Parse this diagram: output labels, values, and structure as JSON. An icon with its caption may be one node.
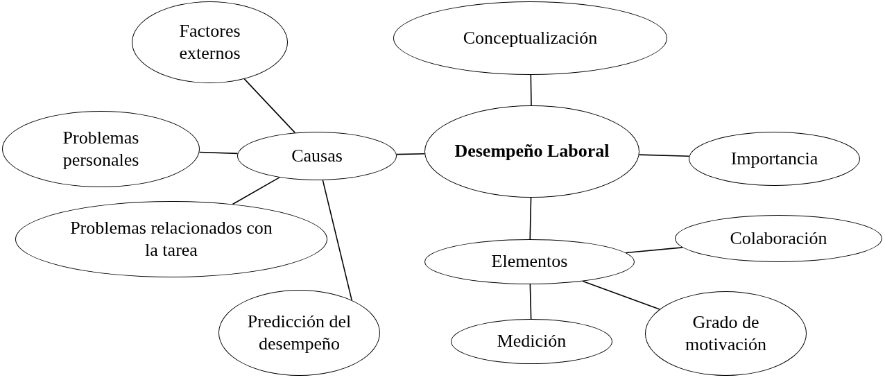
{
  "diagram": {
    "nodes": [
      {
        "text": [
          "Desempeño Laboral"
        ]
      },
      {
        "text": [
          "Conceptualización"
        ]
      },
      {
        "text": [
          "Importancia"
        ]
      },
      {
        "text": [
          "Causas"
        ]
      },
      {
        "text": [
          "Factores externos"
        ]
      },
      {
        "text": [
          "Problemas personales"
        ]
      },
      {
        "text": [
          "Problemas relacionados con la tarea"
        ]
      },
      {
        "text": [
          "Predicción del desempeño"
        ]
      },
      {
        "text": [
          "Elementos"
        ]
      },
      {
        "text": [
          "Colaboración"
        ]
      },
      {
        "text": [
          "Medición"
        ]
      },
      {
        "text": [
          "Grado de motivación"
        ]
      }
    ],
    "edges": [
      {
        "from": 0,
        "to": 1,
        "arrow": "none"
      },
      {
        "from": 0,
        "to": 2,
        "arrow": "none"
      },
      {
        "from": 3,
        "to": 0,
        "arrow": "none"
      },
      {
        "from": 3,
        "to": 4,
        "arrow": "none"
      },
      {
        "from": 3,
        "to": 5,
        "arrow": "none"
      },
      {
        "from": 3,
        "to": 6,
        "arrow": "none"
      },
      {
        "from": 3,
        "to": 7,
        "arrow": "none"
      },
      {
        "from": 0,
        "to": 8,
        "arrow": "none"
      },
      {
        "from": 8,
        "to": 9,
        "arrow": "none"
      },
      {
        "from": 8,
        "to": 10,
        "arrow": "none"
      },
      {
        "from": 8,
        "to": 11,
        "arrow": "none"
      }
    ]
  }
}
